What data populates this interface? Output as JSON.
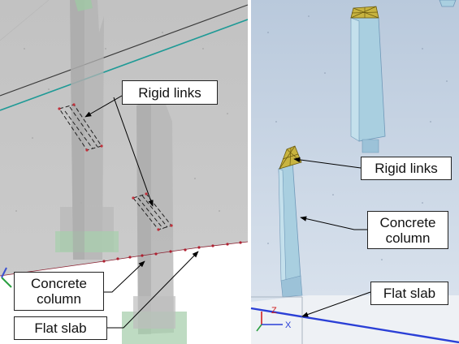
{
  "left_panel": {
    "rigid_links_label": "Rigid links",
    "concrete_column_label": [
      "Concrete",
      "column"
    ],
    "flat_slab_label": "Flat slab"
  },
  "right_panel": {
    "rigid_links_label": "Rigid links",
    "concrete_column_label": [
      "Concrete",
      "column"
    ],
    "flat_slab_label": "Flat slab",
    "axis_z_label": "Z",
    "axis_x_label": "X"
  },
  "colors": {
    "left_background": "#c8c8c8",
    "right_background": "#c9d6e6",
    "column_fill": "#a9cfe0",
    "rigid_link_fill": "#c8b440",
    "slab_edge": "#2a3fd6",
    "divider": "#ffffff"
  }
}
